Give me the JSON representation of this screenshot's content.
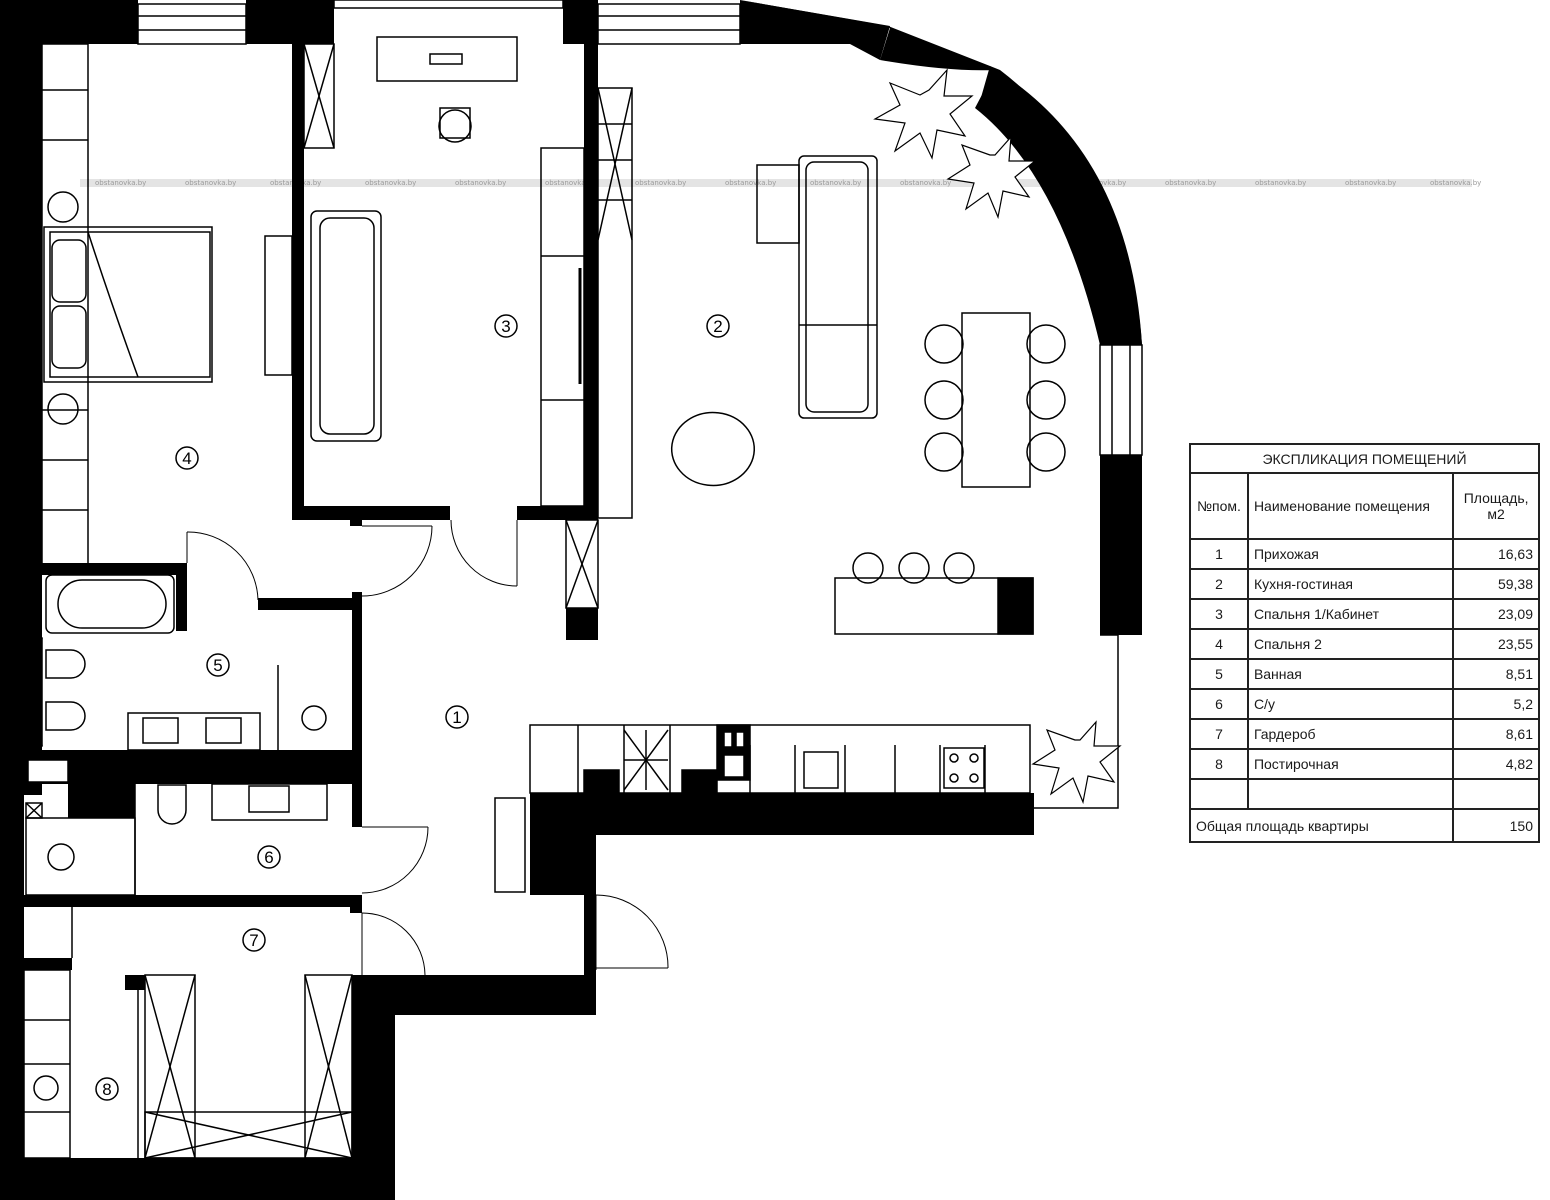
{
  "plan": {
    "room_markers": [
      {
        "id": "room-1",
        "label": "1"
      },
      {
        "id": "room-2",
        "label": "2"
      },
      {
        "id": "room-3",
        "label": "3"
      },
      {
        "id": "room-4",
        "label": "4"
      },
      {
        "id": "room-5",
        "label": "5"
      },
      {
        "id": "room-6",
        "label": "6"
      },
      {
        "id": "room-7",
        "label": "7"
      },
      {
        "id": "room-8",
        "label": "8"
      }
    ],
    "watermark": "obstanovka.by"
  },
  "explication": {
    "title": "ЭКСПЛИКАЦИЯ ПОМЕЩЕНИЙ",
    "headers": {
      "number": "№пом.",
      "name": "Наименование помещения",
      "area_line1": "Площадь,",
      "area_line2": "м2"
    },
    "rows": [
      {
        "number": "1",
        "name": "Прихожая",
        "area": "16,63"
      },
      {
        "number": "2",
        "name": "Кухня-гостиная",
        "area": "59,38"
      },
      {
        "number": "3",
        "name": "Спальня 1/Кабинет",
        "area": "23,09"
      },
      {
        "number": "4",
        "name": "Спальня 2",
        "area": "23,55"
      },
      {
        "number": "5",
        "name": "Ванная",
        "area": "8,51"
      },
      {
        "number": "6",
        "name": "С/у",
        "area": "5,2"
      },
      {
        "number": "7",
        "name": "Гардероб",
        "area": "8,61"
      },
      {
        "number": "8",
        "name": "Постирочная",
        "area": "4,82"
      },
      {
        "number": "",
        "name": "",
        "area": ""
      }
    ],
    "total_label": "Общая площадь квартиры",
    "total_value": "150"
  }
}
